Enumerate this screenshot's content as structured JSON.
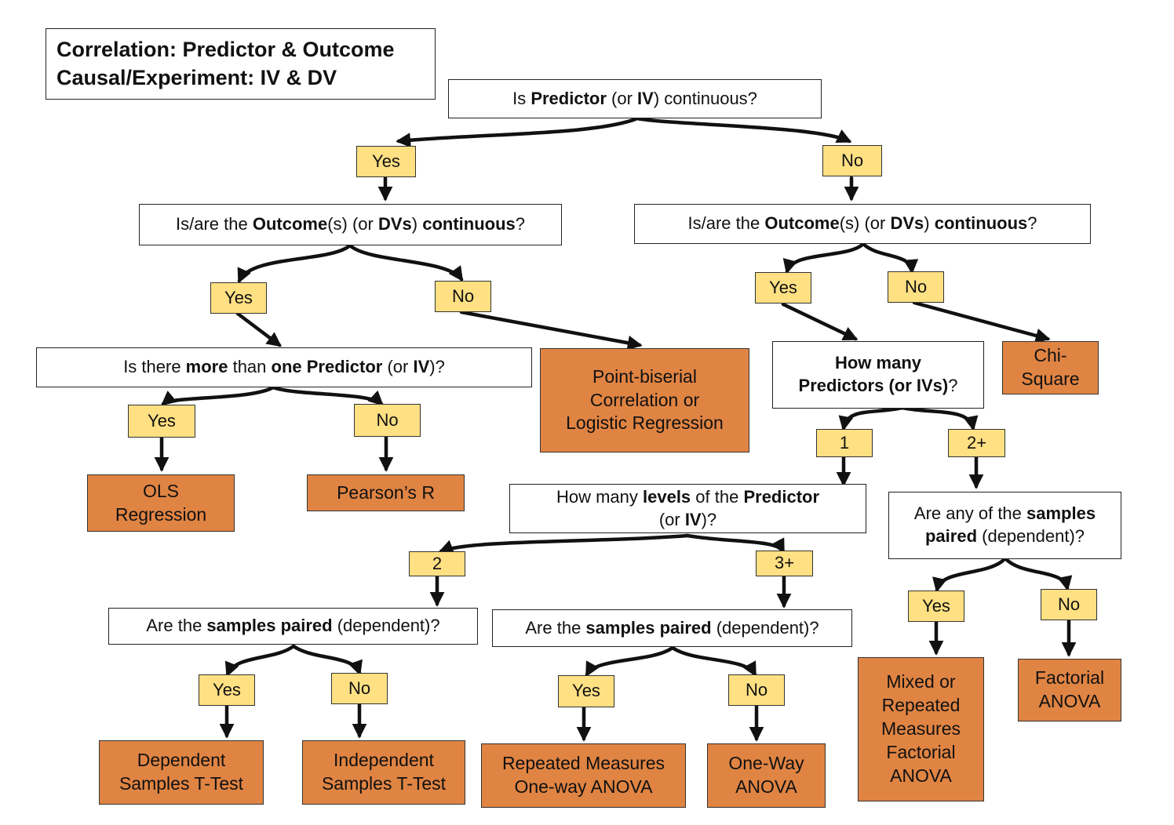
{
  "legend": {
    "line1": "Correlation: Predictor & Outcome",
    "line2": "Causal/Experiment: IV & DV"
  },
  "questions": {
    "q_root": [
      "Is ",
      "Predictor",
      " (or ",
      "IV",
      ") continuous?"
    ],
    "q_outcome_left": [
      "Is/are the ",
      "Outcome",
      "(s) (or ",
      "DVs",
      ") ",
      "continuous",
      "?"
    ],
    "q_outcome_right": [
      "Is/are the ",
      "Outcome",
      "(s) (or ",
      "DVs",
      ") ",
      "continuous",
      "?"
    ],
    "q_more_predictors": [
      "Is there ",
      "more",
      " than ",
      "one Predictor",
      " (or ",
      "IV",
      ")?"
    ],
    "q_how_many_predictors_l1": "How many",
    "q_how_many_predictors_l2": "Predictors (or IVs)",
    "q_how_many_predictors_l2_end": "?",
    "q_levels_l1": [
      "How many ",
      "levels",
      " of the ",
      "Predictor"
    ],
    "q_levels_l2": [
      "(or ",
      "IV",
      ")?"
    ],
    "q_paired_any_l1": [
      "Are any of the ",
      "samples"
    ],
    "q_paired_any_l2": [
      "paired",
      " (dependent)?"
    ],
    "q_paired_2": [
      "Are the ",
      "samples paired",
      " (dependent)?"
    ],
    "q_paired_3": [
      "Are the ",
      "samples paired",
      " (dependent)?"
    ]
  },
  "labels": {
    "yes": "Yes",
    "no": "No",
    "one": "1",
    "two_plus": "2+",
    "two": "2",
    "three_plus": "3+"
  },
  "results": {
    "point_biserial": [
      "Point-biserial",
      "Correlation or",
      "Logistic Regression"
    ],
    "chi_square": [
      "Chi-",
      "Square"
    ],
    "ols": [
      "OLS",
      "Regression"
    ],
    "pearson": [
      "Pearson’s R"
    ],
    "dependent_t": [
      "Dependent",
      "Samples T-Test"
    ],
    "independent_t": [
      "Independent",
      "Samples T-Test"
    ],
    "rm_anova": [
      "Repeated Measures",
      "One-way ANOVA"
    ],
    "oneway_anova": [
      "One-Way",
      "ANOVA"
    ],
    "mixed_anova": [
      "Mixed or",
      "Repeated",
      "Measures",
      "Factorial",
      "ANOVA"
    ],
    "factorial_anova": [
      "Factorial",
      "ANOVA"
    ]
  },
  "colors": {
    "label_fill": "#ffe083",
    "result_fill": "#e08443",
    "line": "#111111"
  }
}
